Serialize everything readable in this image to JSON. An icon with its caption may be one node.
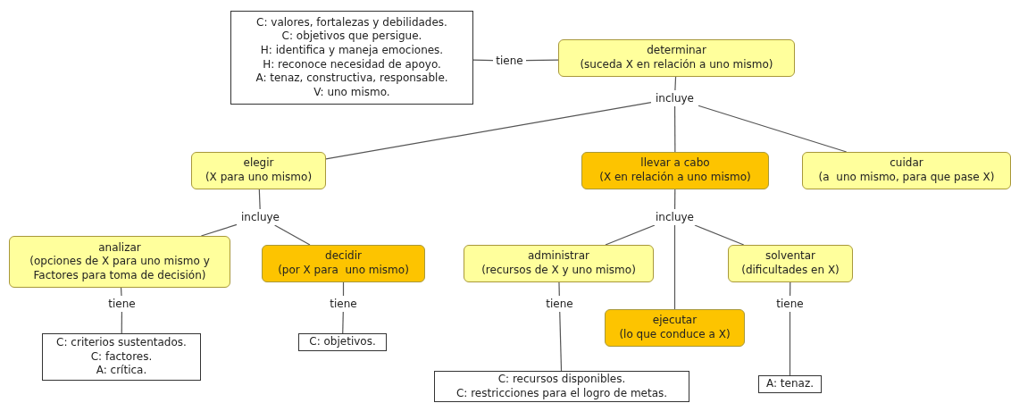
{
  "diagram": {
    "nodes": [
      {
        "text": [
          "C: valores, fortalezas y debilidades.",
          "C: objetivos que persigue.",
          "H: identifica y maneja emociones.",
          "H: reconoce necesidad de apoyo.",
          "A: tenaz, constructiva, responsable.",
          "V: uno mismo."
        ]
      },
      {
        "text": [
          "tiene"
        ]
      },
      {
        "text": [
          "determinar",
          "(suceda X en relación a uno mismo)"
        ]
      },
      {
        "text": [
          "incluye"
        ]
      },
      {
        "text": [
          "elegir",
          "(X para uno mismo)"
        ]
      },
      {
        "text": [
          "llevar a cabo",
          "(X en relación a uno mismo)"
        ]
      },
      {
        "text": [
          "cuidar",
          "(a  uno mismo, para que pase X)"
        ]
      },
      {
        "text": [
          "incluye"
        ]
      },
      {
        "text": [
          "analizar",
          "(opciones de X para uno mismo y Factores para toma de decisión)"
        ]
      },
      {
        "text": [
          "decidir",
          "(por X para  uno mismo)"
        ]
      },
      {
        "text": [
          "tiene"
        ]
      },
      {
        "text": [
          "C: criterios sustentados.",
          "C: factores.",
          "A: crítica."
        ]
      },
      {
        "text": [
          "tiene"
        ]
      },
      {
        "text": [
          "C: objetivos."
        ]
      },
      {
        "text": [
          "incluye"
        ]
      },
      {
        "text": [
          "administrar",
          "(recursos de X y uno mismo)"
        ]
      },
      {
        "text": [
          "ejecutar",
          "(lo que conduce a X)"
        ]
      },
      {
        "text": [
          "solventar",
          "(dificultades en X)"
        ]
      },
      {
        "text": [
          "tiene"
        ]
      },
      {
        "text": [
          "C: recursos disponibles.",
          "C: restricciones para el logro de metas."
        ]
      },
      {
        "text": [
          "tiene"
        ]
      },
      {
        "text": [
          "A: tenaz."
        ]
      }
    ],
    "edges": [
      {
        "from": 2,
        "to": 1,
        "arrow": "none"
      },
      {
        "from": 1,
        "to": 0,
        "arrow": "none"
      },
      {
        "from": 2,
        "to": 3,
        "arrow": "none"
      },
      {
        "from": 3,
        "to": 4,
        "arrow": "none"
      },
      {
        "from": 3,
        "to": 5,
        "arrow": "none"
      },
      {
        "from": 3,
        "to": 6,
        "arrow": "none"
      },
      {
        "from": 4,
        "to": 7,
        "arrow": "none"
      },
      {
        "from": 7,
        "to": 8,
        "arrow": "none"
      },
      {
        "from": 7,
        "to": 9,
        "arrow": "none"
      },
      {
        "from": 8,
        "to": 10,
        "arrow": "none"
      },
      {
        "from": 10,
        "to": 11,
        "arrow": "none"
      },
      {
        "from": 9,
        "to": 12,
        "arrow": "none"
      },
      {
        "from": 12,
        "to": 13,
        "arrow": "none"
      },
      {
        "from": 5,
        "to": 14,
        "arrow": "none"
      },
      {
        "from": 14,
        "to": 15,
        "arrow": "none"
      },
      {
        "from": 14,
        "to": 16,
        "arrow": "none"
      },
      {
        "from": 14,
        "to": 17,
        "arrow": "none"
      },
      {
        "from": 15,
        "to": 18,
        "arrow": "none"
      },
      {
        "from": 18,
        "to": 19,
        "arrow": "none"
      },
      {
        "from": 17,
        "to": 20,
        "arrow": "none"
      },
      {
        "from": 20,
        "to": 21,
        "arrow": "none"
      }
    ]
  }
}
